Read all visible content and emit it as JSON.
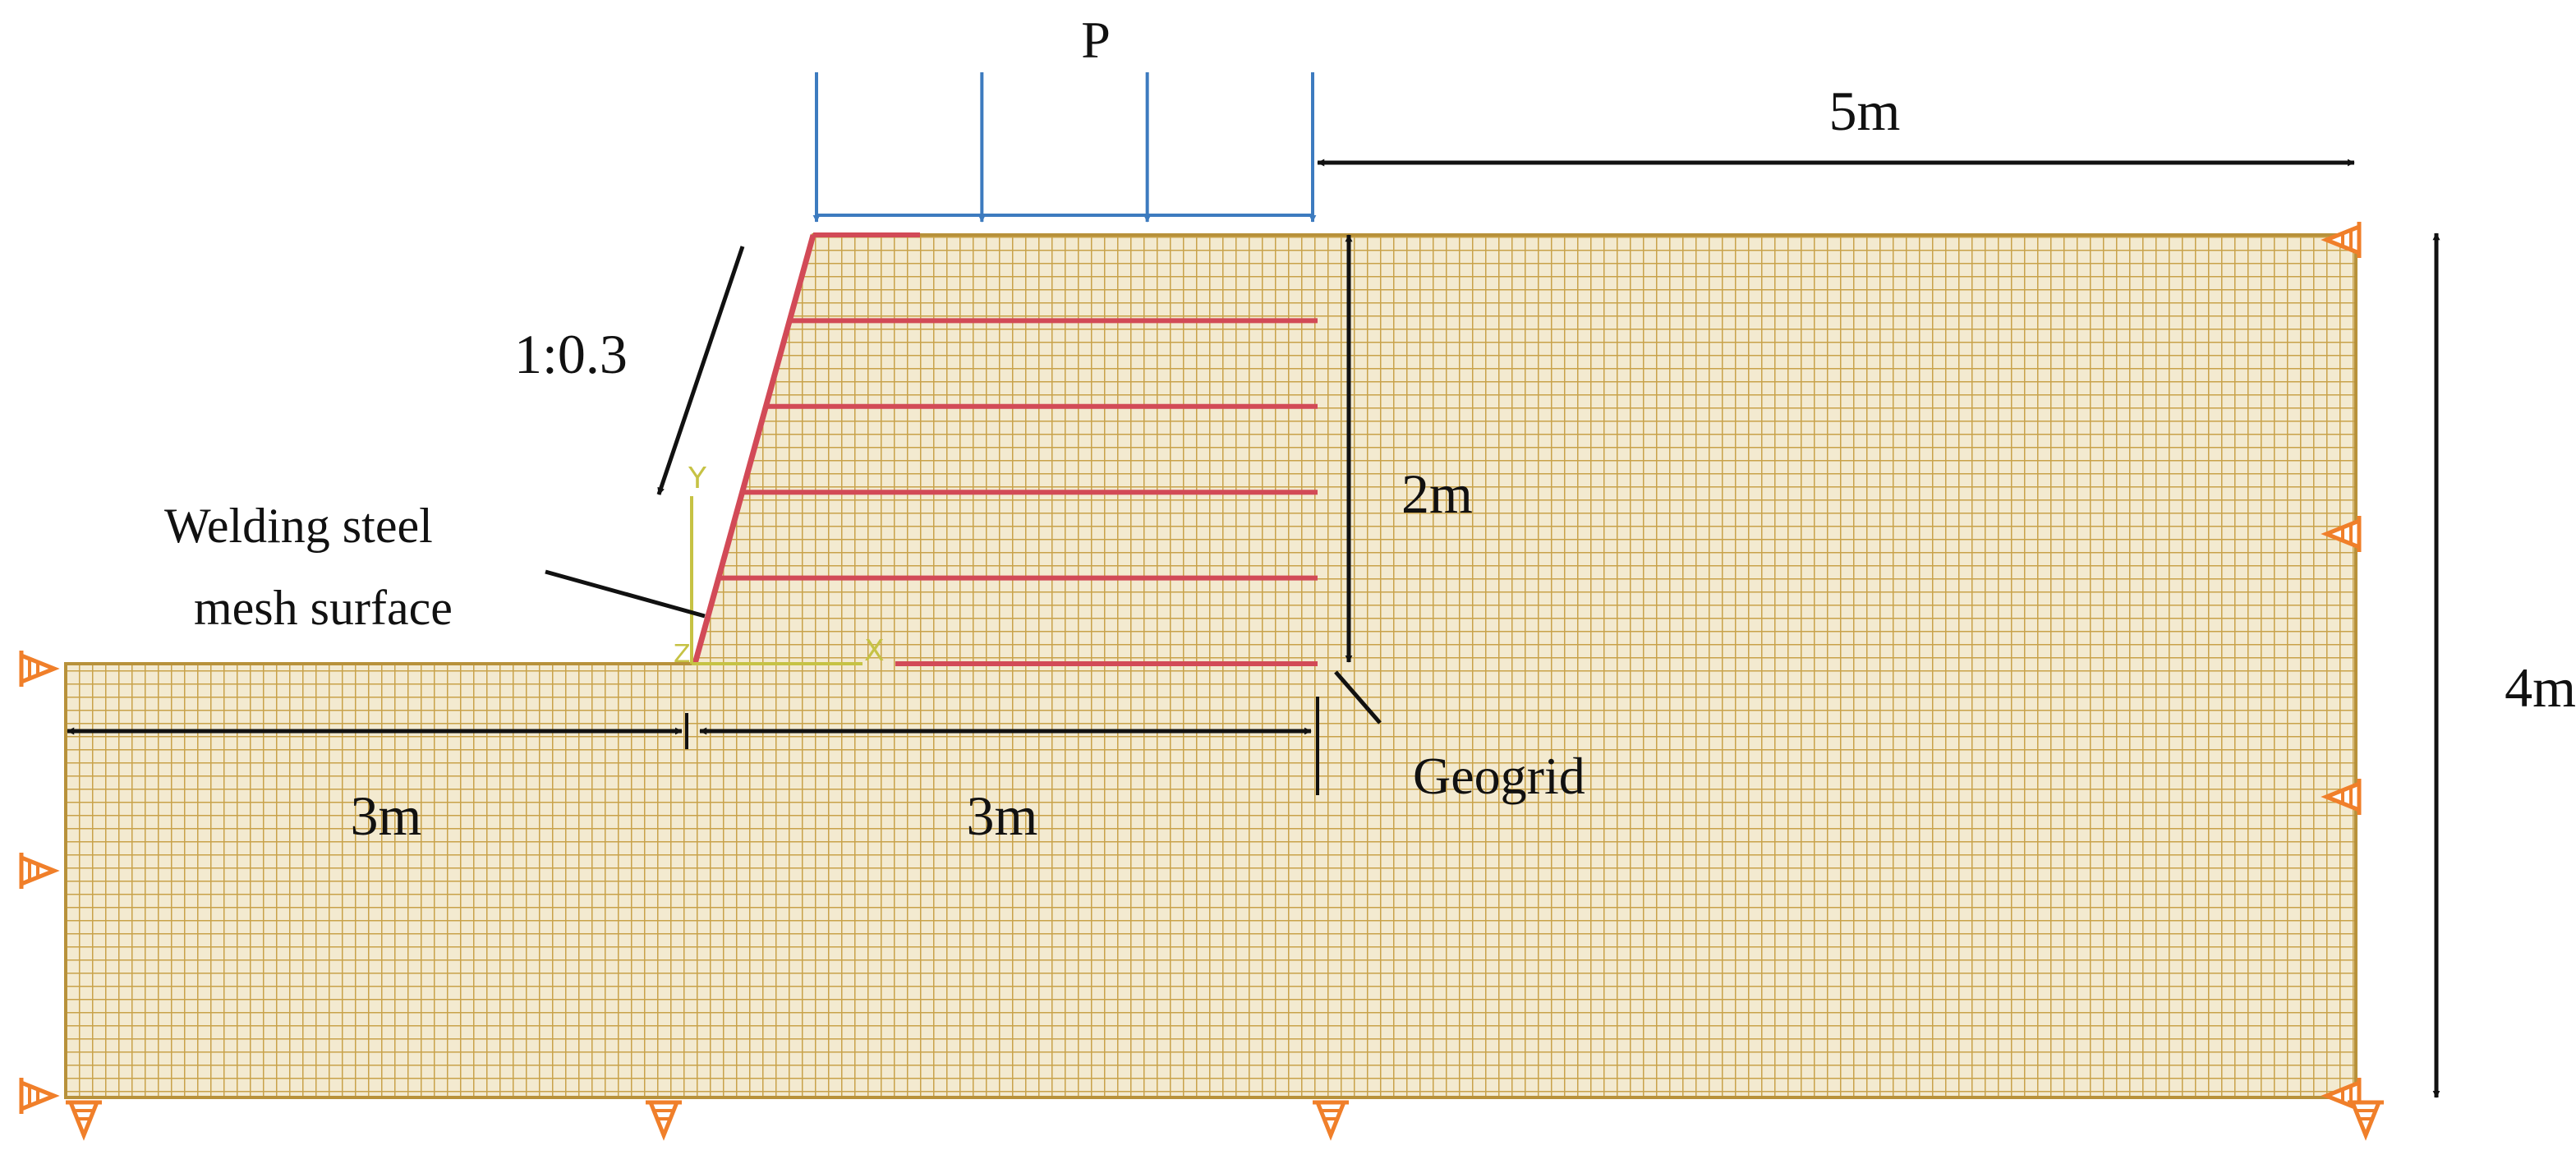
{
  "labels": {
    "load": "P",
    "top_right_span": "5m",
    "total_height": "4m",
    "wall_height": "2m",
    "slope_ratio": "1:0.3",
    "facing_line1": "Welding steel",
    "facing_line2": "mesh surface",
    "geogrid": "Geogrid",
    "left_span": "3m",
    "middle_span": "3m",
    "axis_y": "Y",
    "axis_x": "X",
    "axis_z": "Z"
  },
  "model": {
    "foundation_depth_m": 2,
    "wall_height_m": 2,
    "left_toe_width_m": 3,
    "reinforced_width_m": 3,
    "backfill_width_m": 5,
    "facing_slope": 0.3,
    "geogrid_layers": 6,
    "load_arrows": 4
  },
  "colors": {
    "mesh": "#c8a24a",
    "mesh_fill": "#f3ead0",
    "geogrid": "#d24a57",
    "load_arrow": "#3d7bbf",
    "dimension": "#111111",
    "axis": "#c6c244",
    "support": "#f07f2a"
  }
}
